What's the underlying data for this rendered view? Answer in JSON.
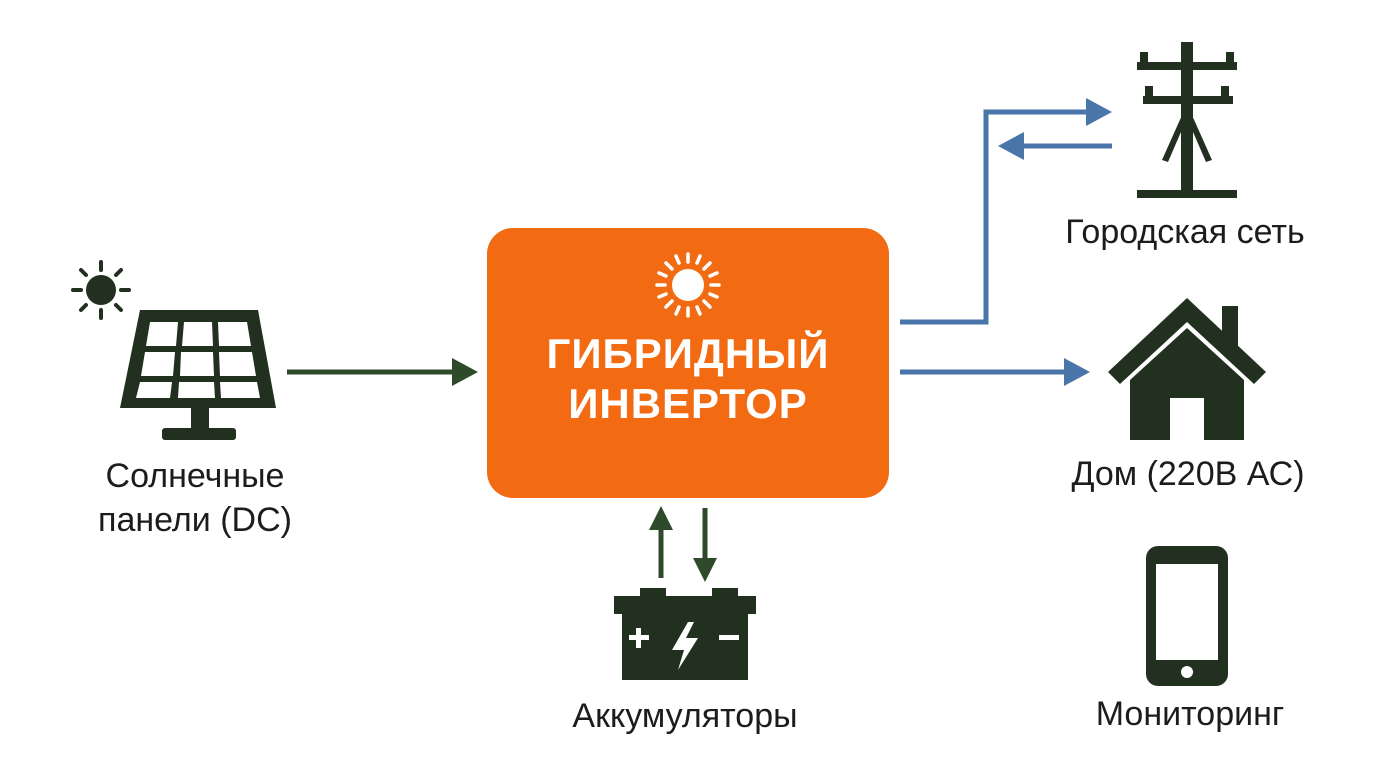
{
  "colors": {
    "inverter": "#f26b12",
    "icon": "#22301f",
    "dc_flow": "#2e4a2b",
    "ac_flow": "#4a75a8",
    "sun_small": "#22301f",
    "sun_inverter": "#ffffff"
  },
  "inverter": {
    "line1": "ГИБРИДНЫЙ",
    "line2": "ИНВЕРТОР",
    "icon": "sun-icon"
  },
  "nodes": {
    "solar": {
      "line1": "Солнечные",
      "line2": "панели (DC)",
      "icon": "solar-panel-icon"
    },
    "grid": {
      "label": "Городская сеть",
      "icon": "power-pole-icon"
    },
    "home": {
      "label": "Дом (220В АС)",
      "icon": "house-icon"
    },
    "battery": {
      "label": "Аккумуляторы",
      "icon": "battery-icon"
    },
    "monitoring": {
      "label": "Мониторинг",
      "icon": "smartphone-icon"
    }
  }
}
